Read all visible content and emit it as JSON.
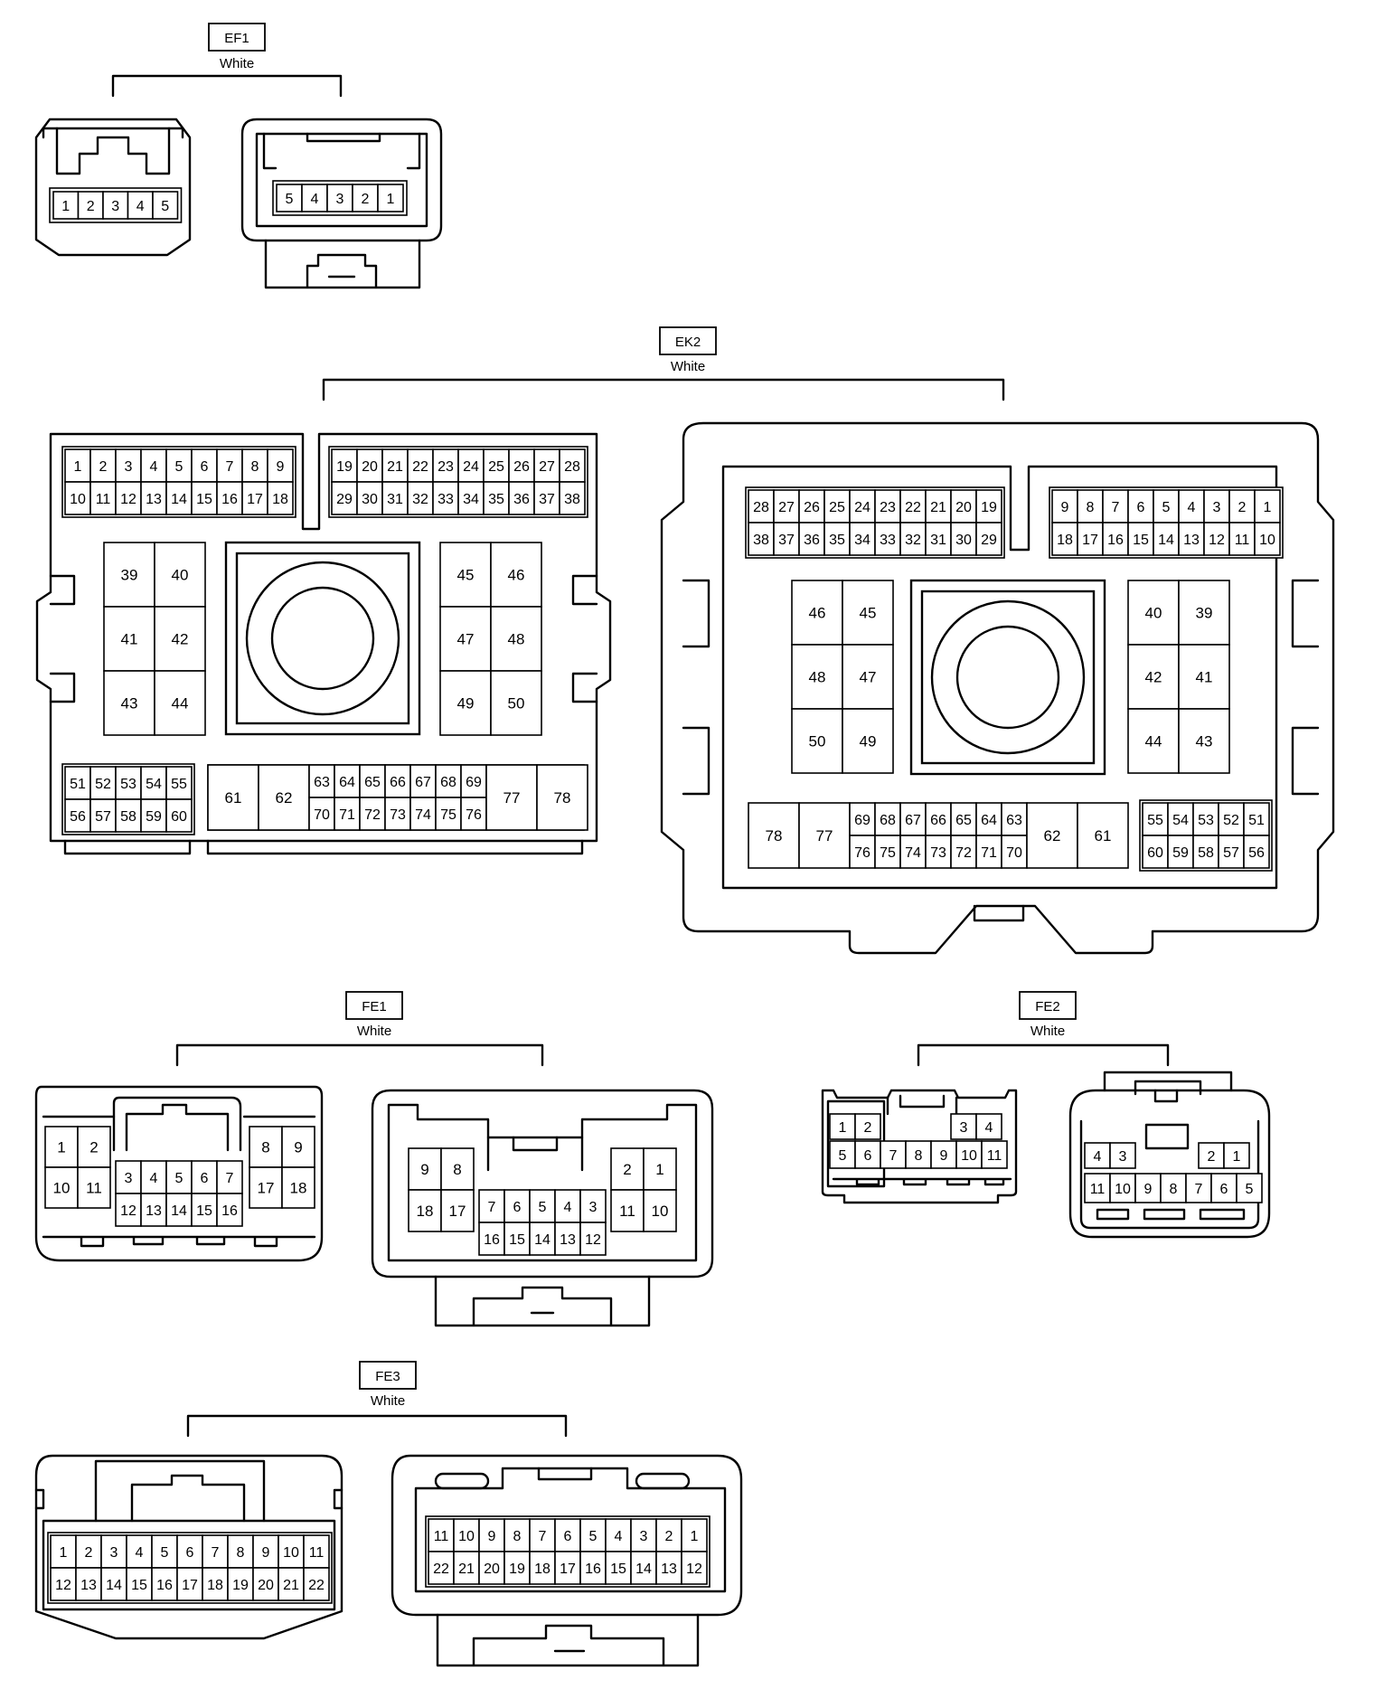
{
  "connectors": {
    "EF1": {
      "name": "EF1",
      "color": "White",
      "left": {
        "pins": [
          "1",
          "2",
          "3",
          "4",
          "5"
        ]
      },
      "right": {
        "pins": [
          "5",
          "4",
          "3",
          "2",
          "1"
        ]
      }
    },
    "EK2": {
      "name": "EK2",
      "color": "White",
      "left": {
        "top_left": [
          [
            "1",
            "2",
            "3",
            "4",
            "5",
            "6",
            "7",
            "8",
            "9"
          ],
          [
            "10",
            "11",
            "12",
            "13",
            "14",
            "15",
            "16",
            "17",
            "18"
          ]
        ],
        "top_right": [
          [
            "19",
            "20",
            "21",
            "22",
            "23",
            "24",
            "25",
            "26",
            "27",
            "28"
          ],
          [
            "29",
            "30",
            "31",
            "32",
            "33",
            "34",
            "35",
            "36",
            "37",
            "38"
          ]
        ],
        "mid_left": [
          [
            "39",
            "40"
          ],
          [
            "41",
            "42"
          ],
          [
            "43",
            "44"
          ]
        ],
        "mid_right": [
          [
            "45",
            "46"
          ],
          [
            "47",
            "48"
          ],
          [
            "49",
            "50"
          ]
        ],
        "bot_left": [
          [
            "51",
            "52",
            "53",
            "54",
            "55"
          ],
          [
            "56",
            "57",
            "58",
            "59",
            "60"
          ]
        ],
        "bot_big": [
          "61",
          "62"
        ],
        "bot_mid": [
          [
            "63",
            "64",
            "65",
            "66",
            "67",
            "68",
            "69"
          ],
          [
            "70",
            "71",
            "72",
            "73",
            "74",
            "75",
            "76"
          ]
        ],
        "bot_end": [
          "77",
          "78"
        ]
      },
      "right": {
        "top_left": [
          [
            "28",
            "27",
            "26",
            "25",
            "24",
            "23",
            "22",
            "21",
            "20",
            "19"
          ],
          [
            "38",
            "37",
            "36",
            "35",
            "34",
            "33",
            "32",
            "31",
            "30",
            "29"
          ]
        ],
        "top_right": [
          [
            "9",
            "8",
            "7",
            "6",
            "5",
            "4",
            "3",
            "2",
            "1"
          ],
          [
            "18",
            "17",
            "16",
            "15",
            "14",
            "13",
            "12",
            "11",
            "10"
          ]
        ],
        "mid_left": [
          [
            "46",
            "45"
          ],
          [
            "48",
            "47"
          ],
          [
            "50",
            "49"
          ]
        ],
        "mid_right": [
          [
            "40",
            "39"
          ],
          [
            "42",
            "41"
          ],
          [
            "44",
            "43"
          ]
        ],
        "bot_big_start": [
          "78",
          "77"
        ],
        "bot_mid": [
          [
            "69",
            "68",
            "67",
            "66",
            "65",
            "64",
            "63"
          ],
          [
            "76",
            "75",
            "74",
            "73",
            "72",
            "71",
            "70"
          ]
        ],
        "bot_big_end": [
          "62",
          "61"
        ],
        "bot_right": [
          [
            "55",
            "54",
            "53",
            "52",
            "51"
          ],
          [
            "60",
            "59",
            "58",
            "57",
            "56"
          ]
        ]
      }
    },
    "FE1": {
      "name": "FE1",
      "color": "White",
      "left": {
        "a": [
          [
            "1",
            "2"
          ],
          [
            "10",
            "11"
          ]
        ],
        "b": [
          [
            "3",
            "4",
            "5",
            "6",
            "7"
          ],
          [
            "12",
            "13",
            "14",
            "15",
            "16"
          ]
        ],
        "c": [
          [
            "8",
            "9"
          ],
          [
            "17",
            "18"
          ]
        ]
      },
      "right": {
        "a": [
          [
            "9",
            "8"
          ],
          [
            "18",
            "17"
          ]
        ],
        "b": [
          [
            "7",
            "6",
            "5",
            "4",
            "3"
          ],
          [
            "16",
            "15",
            "14",
            "13",
            "12"
          ]
        ],
        "c": [
          [
            "2",
            "1"
          ],
          [
            "11",
            "10"
          ]
        ]
      }
    },
    "FE2": {
      "name": "FE2",
      "color": "White",
      "left": {
        "a": [
          "1",
          "2"
        ],
        "b": [
          "3",
          "4"
        ],
        "c": [
          "5",
          "6",
          "7",
          "8",
          "9",
          "10",
          "11"
        ]
      },
      "right": {
        "a": [
          "4",
          "3"
        ],
        "b": [
          "2",
          "1"
        ],
        "c": [
          "11",
          "10",
          "9",
          "8",
          "7",
          "6",
          "5"
        ]
      }
    },
    "FE3": {
      "name": "FE3",
      "color": "White",
      "left": [
        [
          "1",
          "2",
          "3",
          "4",
          "5",
          "6",
          "7",
          "8",
          "9",
          "10",
          "11"
        ],
        [
          "12",
          "13",
          "14",
          "15",
          "16",
          "17",
          "18",
          "19",
          "20",
          "21",
          "22"
        ]
      ],
      "right": [
        [
          "11",
          "10",
          "9",
          "8",
          "7",
          "6",
          "5",
          "4",
          "3",
          "2",
          "1"
        ],
        [
          "22",
          "21",
          "20",
          "19",
          "18",
          "17",
          "16",
          "15",
          "14",
          "13",
          "12"
        ]
      ]
    }
  }
}
